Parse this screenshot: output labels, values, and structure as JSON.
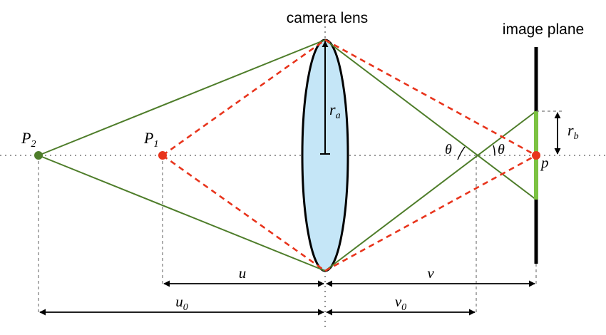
{
  "diagram": {
    "labels": {
      "camera_lens": "camera lens",
      "image_plane": "image plane",
      "p2_base": "P",
      "p2_sub": "2",
      "p1_base": "P",
      "p1_sub": "1",
      "ra_base": "r",
      "ra_sub": "a",
      "rb_base": "r",
      "rb_sub": "b",
      "theta_left": "θ",
      "theta_right": "θ",
      "p": "p",
      "u": "u",
      "v": "v",
      "u0_base": "u",
      "u0_sub": "0",
      "v0_base": "v",
      "v0_sub": "0"
    },
    "colors": {
      "lens_fill": "#c5e6f7",
      "green_ray": "#4e7d2a",
      "red_ray": "#e8341c",
      "blur_segment": "#7cc242",
      "point_p2": "#4e7d2a",
      "point_red": "#e8341c",
      "axis": "#777777",
      "ink": "#000000"
    }
  }
}
